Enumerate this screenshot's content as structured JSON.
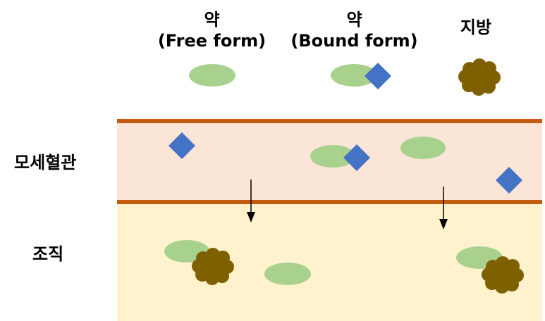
{
  "legend": {
    "free_drug": {
      "title": "약",
      "subtitle": "(Free form)"
    },
    "bound_drug": {
      "title": "약",
      "subtitle": "(Bound form)"
    },
    "fat": {
      "title": "지방"
    }
  },
  "regions": {
    "capillary": {
      "label": "모세혈관"
    },
    "tissue": {
      "label": "조직"
    }
  },
  "colors": {
    "drug": "#a9d18e",
    "protein": "#4472c4",
    "fat": "#7f6000",
    "capillary_fill": "#fbe5d6",
    "tissue_fill": "#fff2cc",
    "membrane": "#c55a11",
    "arrow": "#000000"
  }
}
